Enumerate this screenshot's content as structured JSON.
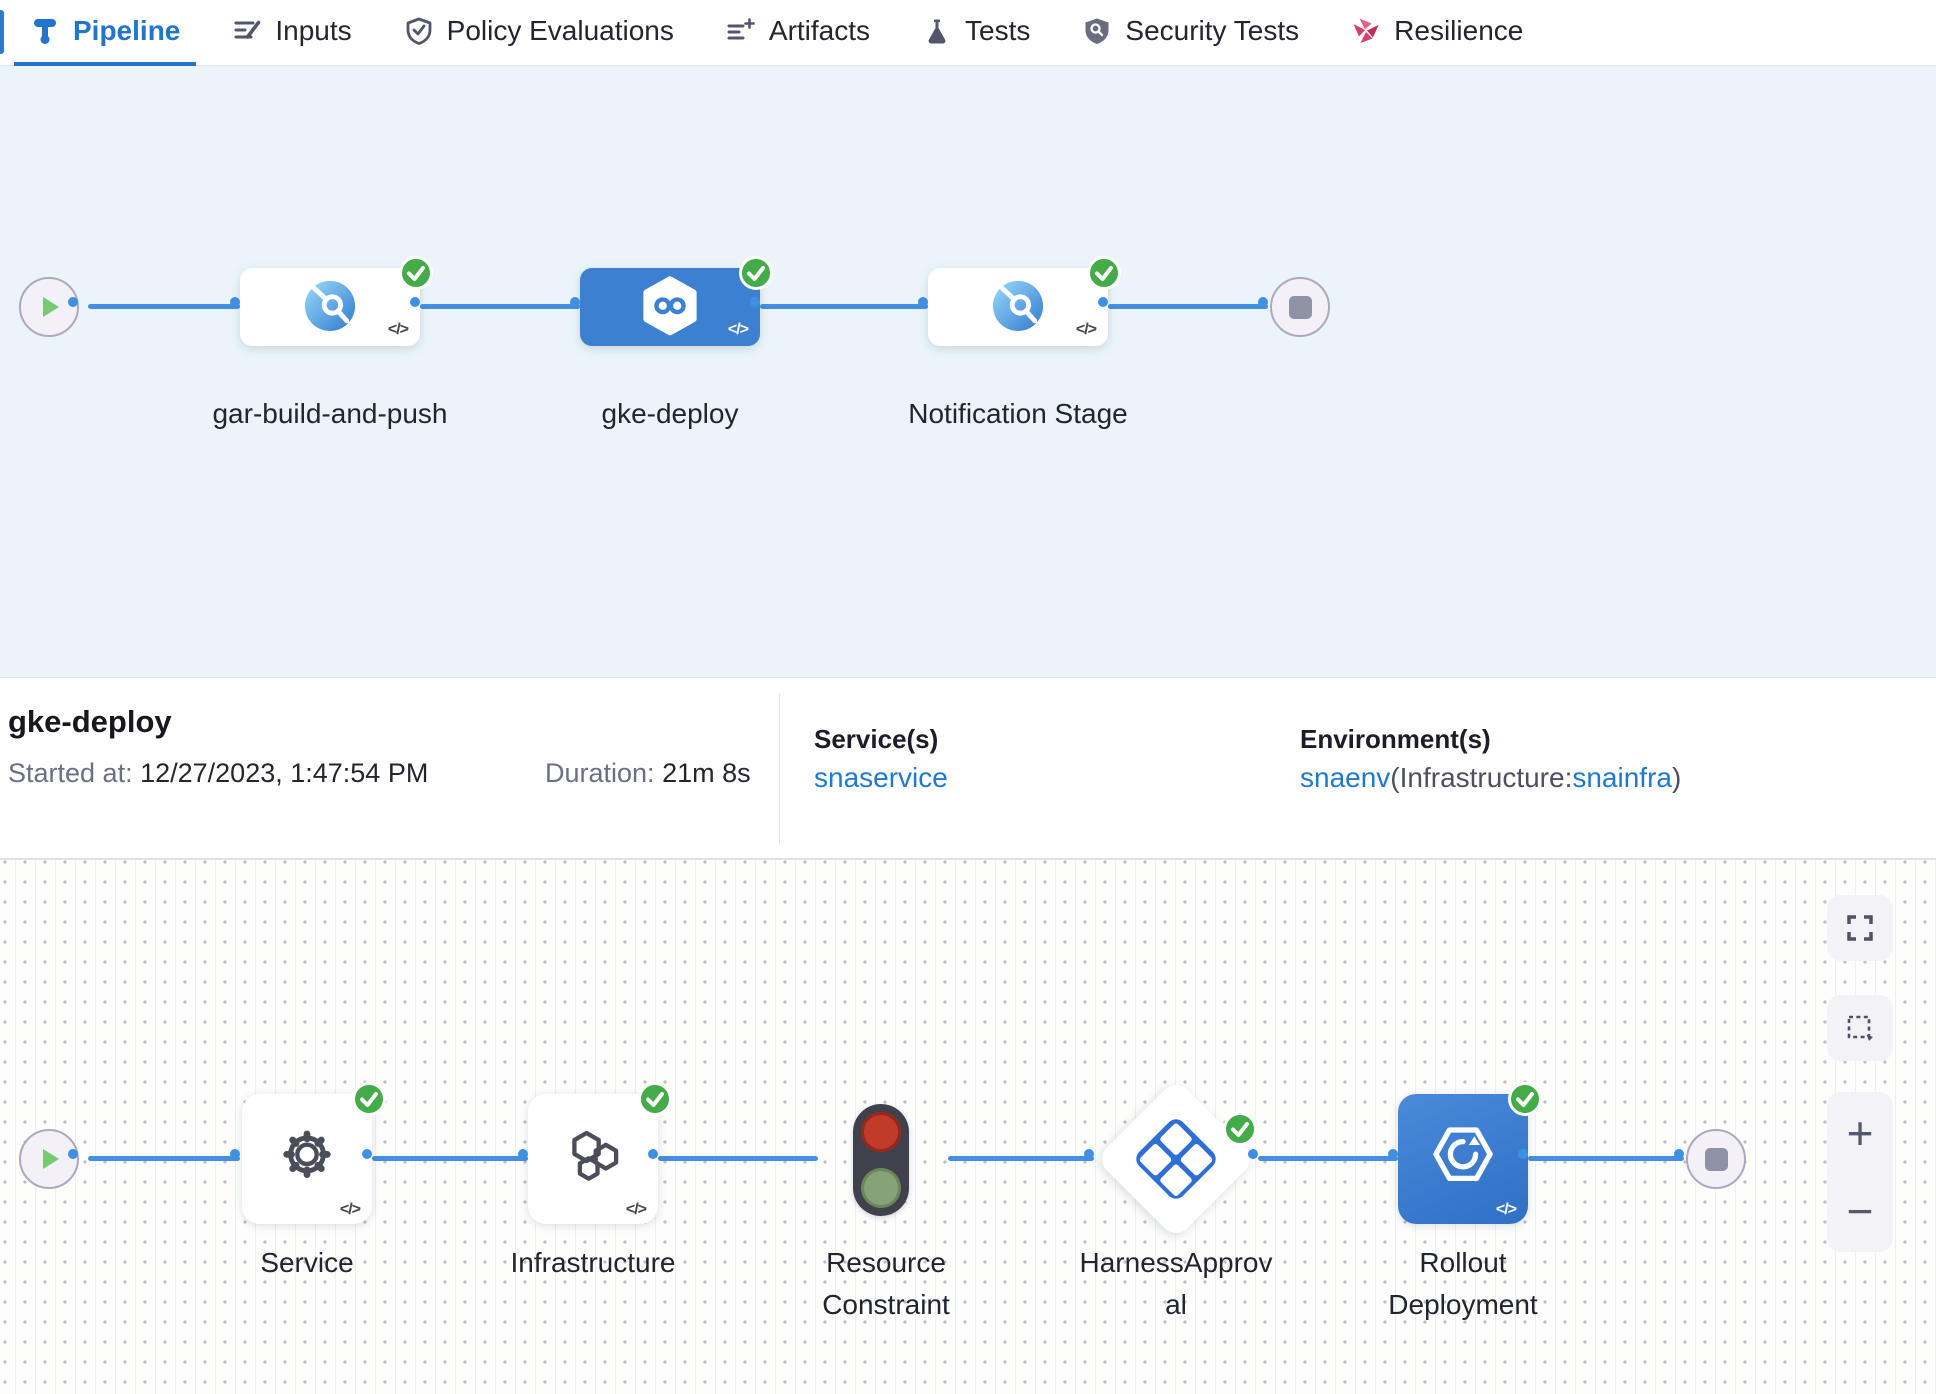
{
  "tabs": [
    {
      "label": "Pipeline",
      "active": true
    },
    {
      "label": "Inputs",
      "active": false
    },
    {
      "label": "Policy Evaluations",
      "active": false
    },
    {
      "label": "Artifacts",
      "active": false
    },
    {
      "label": "Tests",
      "active": false
    },
    {
      "label": "Security Tests",
      "active": false
    },
    {
      "label": "Resilience",
      "active": false
    }
  ],
  "stage_graph": {
    "stages": [
      {
        "name": "gar-build-and-push",
        "status": "Success",
        "selected": false
      },
      {
        "name": "gke-deploy",
        "status": "Success",
        "selected": true
      },
      {
        "name": "Notification Stage",
        "status": "Success",
        "selected": false
      }
    ]
  },
  "details": {
    "title": "gke-deploy",
    "started_label": "Started at:",
    "started_value": "12/27/2023, 1:47:54 PM",
    "duration_label": "Duration:",
    "duration_value": "21m 8s",
    "services_label": "Service(s)",
    "service_value": "snaservice",
    "environments_label": "Environment(s)",
    "env_value": "snaenv",
    "env_infra_prefix": "(Infrastructure:",
    "env_infra_value": "snainfra",
    "env_suffix": ")"
  },
  "execution_graph": {
    "steps": [
      {
        "name": "Service",
        "status": "Success"
      },
      {
        "name": "Infrastructure",
        "status": "Success"
      },
      {
        "name": "Resource Constraint",
        "status": "Success"
      },
      {
        "name": "HarnessApproval",
        "status": "Success"
      },
      {
        "name": "Rollout Deployment",
        "status": "Success"
      }
    ]
  },
  "icons": {
    "code": "</>"
  },
  "controls": {
    "zoom_in": "+",
    "zoom_out": "−"
  },
  "colors": {
    "accent_blue": "#2374CE",
    "selected_stage": "#3C80D2",
    "success_green": "#43AB47",
    "link_blue": "#1F78D1"
  }
}
